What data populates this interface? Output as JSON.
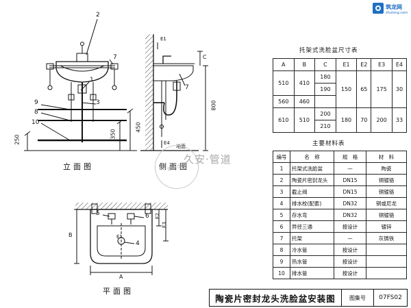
{
  "logo": {
    "brand_cn": "筑龙网",
    "brand_en": "zhulong.com"
  },
  "views": {
    "front": "立面图",
    "side": "侧面图",
    "plan": "平面图"
  },
  "callouts": {
    "front": [
      "2",
      "7",
      "1",
      "3",
      "9",
      "8",
      "10"
    ],
    "side": [
      "7"
    ],
    "plan": [
      "5",
      "4",
      "6"
    ]
  },
  "dims": {
    "front_h1": "250",
    "front_h2": "350",
    "front_h3": "450",
    "side_total": "800",
    "side_c": "C",
    "side_e1": "E1",
    "side_e4": "E4",
    "floor": "地面",
    "plan_b": "B",
    "plan_a": "A",
    "plan_e1": "E1",
    "plan_e2": "E2",
    "plan_e3": "E3"
  },
  "size_table": {
    "title": "托架式洗脸盆尺寸表",
    "headers": [
      "A",
      "B",
      "C",
      "E1",
      "E2",
      "E3",
      "E4"
    ],
    "rows": [
      {
        "a": "510",
        "b": "410",
        "c1": "180",
        "c2": "190",
        "e1": "150",
        "e2": "65",
        "e3": "175",
        "e4": "30"
      },
      {
        "a": "560",
        "b": "460",
        "c1": "",
        "c2": "",
        "e1": "",
        "e2": "",
        "e3": "",
        "e4": ""
      },
      {
        "a": "610",
        "b": "510",
        "c1": "200",
        "c2": "210",
        "e1": "180",
        "e2": "70",
        "e3": "200",
        "e4": "33"
      }
    ]
  },
  "material_table": {
    "title": "主要材料表",
    "headers": [
      "编号",
      "名　称",
      "规　格",
      "材　料"
    ],
    "rows": [
      {
        "no": "1",
        "name": "托架式洗脸盆",
        "spec": "—",
        "material": "陶瓷"
      },
      {
        "no": "2",
        "name": "陶瓷片密封龙头",
        "spec": "DN15",
        "material": "铜镀铬"
      },
      {
        "no": "3",
        "name": "截止阀",
        "spec": "DN15",
        "material": "铜镀铬"
      },
      {
        "no": "4",
        "name": "排水栓(配套)",
        "spec": "DN32",
        "material": "铜或尼龙"
      },
      {
        "no": "5",
        "name": "存水弯",
        "spec": "DN32",
        "material": "铜镀铬"
      },
      {
        "no": "6",
        "name": "异径三通",
        "spec": "按设计",
        "material": "镀锌"
      },
      {
        "no": "7",
        "name": "托架",
        "spec": "—",
        "material": "灰铸铁"
      },
      {
        "no": "8",
        "name": "冷水管",
        "spec": "按设计",
        "material": ""
      },
      {
        "no": "9",
        "name": "热水管",
        "spec": "按设计",
        "material": ""
      },
      {
        "no": "10",
        "name": "排水管",
        "spec": "按设计",
        "material": ""
      }
    ]
  },
  "title_block": {
    "name": "陶瓷片密封龙头洗脸盆安装图",
    "label": "图集号",
    "number": "07FS02"
  },
  "watermark": "久安·管道",
  "stamp": "筑龙水印"
}
